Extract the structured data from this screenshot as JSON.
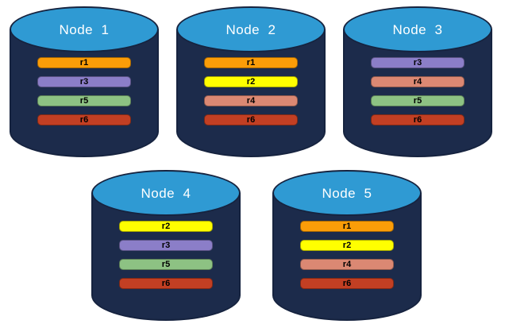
{
  "diagram": {
    "description": "database-cluster-replica-placement"
  },
  "colors": {
    "background": "#FFFFFF",
    "cylinder_body": "#1C2B4B",
    "cylinder_top": "#2F9AD3",
    "cylinder_outline": "#16233F",
    "title_text": "#FFFFFF",
    "bar_text": "#000000"
  },
  "replica_colors": {
    "r1": "#FB9D08",
    "r2": "#FFFF00",
    "r3": "#8B7EC8",
    "r4": "#DB8873",
    "r5": "#8DC283",
    "r6": "#C23F23"
  },
  "nodes": [
    {
      "label": "Node  1",
      "replicas": [
        "r1",
        "r3",
        "r5",
        "r6"
      ]
    },
    {
      "label": "Node  2",
      "replicas": [
        "r1",
        "r2",
        "r4",
        "r6"
      ]
    },
    {
      "label": "Node  3",
      "replicas": [
        "r3",
        "r4",
        "r5",
        "r6"
      ]
    },
    {
      "label": "Node  4",
      "replicas": [
        "r2",
        "r3",
        "r5",
        "r6"
      ]
    },
    {
      "label": "Node  5",
      "replicas": [
        "r1",
        "r2",
        "r4",
        "r6"
      ]
    }
  ]
}
